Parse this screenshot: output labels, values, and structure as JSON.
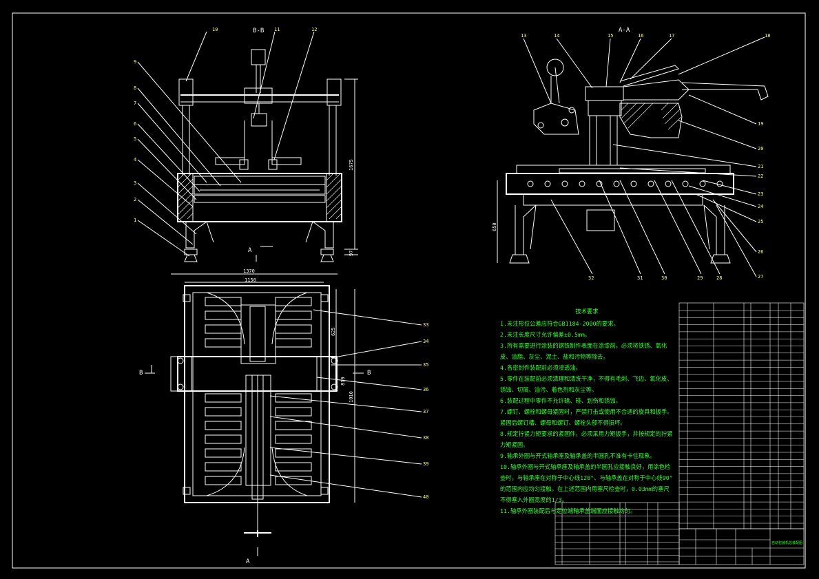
{
  "sections": {
    "bb": "B-B",
    "aa": "A-A",
    "a_mark": "A",
    "b_mark": "B"
  },
  "dimensions": {
    "front_height": "1675",
    "front_bottom": "97",
    "top_outer": "1370",
    "top_inner": "1150",
    "top_side_a": "625",
    "top_side_b": "810",
    "top_side_c": "1010",
    "side_height": "650"
  },
  "front_labels": [
    "10",
    "11",
    "12",
    "9",
    "8",
    "7",
    "6",
    "5",
    "4",
    "3",
    "2",
    "1"
  ],
  "top_labels": [
    "33",
    "34",
    "35",
    "36",
    "37",
    "38",
    "39",
    "40"
  ],
  "side_labels": [
    "13",
    "14",
    "15",
    "16",
    "17",
    "18",
    "19",
    "20",
    "21",
    "22",
    "23",
    "24",
    "25",
    "26",
    "27",
    "28",
    "29",
    "30",
    "31",
    "32"
  ],
  "notes": {
    "title": "技术要求",
    "lines": [
      "1.未注形位公差应符合GB1184-2000的要求。",
      "2.未注长度尺寸允许偏差±0.5mm。",
      "3.所有需要进行涂装的钢铁制件表面在涂漆前，必须将铁锈、氧化皮、油脂、灰尘、泥土、盐和污物等除去。",
      "4.各密封件装配前必须浸透油。",
      "5.零件在装配前必须清理和清洗干净，不得有毛刺、飞边、氧化皮、锈蚀、切屑、油污、着色剂和灰尘等。",
      "6.装配过程中零件不允许磕、碰、划伤和锈蚀。",
      "7.螺钉、螺栓和螺母紧固时，严禁打击或使用不合适的旋具和扳手。紧固后螺钉槽、螺母和螺钉、螺栓头部不得损坏。",
      "8.规定拧紧力矩要求的紧固件，必须采用力矩扳手，并按规定的拧紧力矩紧固。",
      "9.轴承外圈与开式轴承座及轴承盖的半圆孔不准有卡住现象。",
      "10.轴承外圈与开式轴承座及轴承盖的半圆孔应接触良好，用涂色检查时，与轴承座在对称于中心线120°、与轴承盖在对称于中心线90°的范围内应均匀接触。在上述范围内用塞尺检查时，0.03mm的塞尺不得塞入外圈宽度的1/3。",
      "11.轴承外圈装配后与定位端轴承盖端面应接触均匀。"
    ]
  },
  "title_block": {
    "drawing_title": "自动包装机总装配图"
  }
}
